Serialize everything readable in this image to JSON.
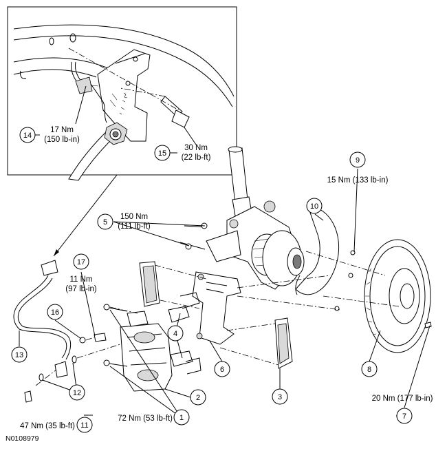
{
  "figure_id": "N0108979",
  "callouts": [
    {
      "num": "1",
      "lines": [
        "72 Nm (53 lb-ft)"
      ]
    },
    {
      "num": "2",
      "lines": []
    },
    {
      "num": "3",
      "lines": []
    },
    {
      "num": "4",
      "lines": []
    },
    {
      "num": "5",
      "lines": [
        "150 Nm",
        "(111 lb-ft)"
      ]
    },
    {
      "num": "6",
      "lines": []
    },
    {
      "num": "7",
      "lines": [
        "20 Nm (177 lb-in)"
      ]
    },
    {
      "num": "8",
      "lines": []
    },
    {
      "num": "9",
      "lines": [
        "15 Nm (133 lb-in)"
      ]
    },
    {
      "num": "10",
      "lines": []
    },
    {
      "num": "11",
      "lines": [
        "47 Nm (35 lb-ft)"
      ]
    },
    {
      "num": "12",
      "lines": []
    },
    {
      "num": "13",
      "lines": []
    },
    {
      "num": "14",
      "lines": [
        "17 Nm",
        "(150 lb-in)"
      ]
    },
    {
      "num": "15",
      "lines": [
        "30 Nm",
        "(22 lb-ft)"
      ]
    },
    {
      "num": "16",
      "lines": []
    },
    {
      "num": "17",
      "lines": [
        "11 Nm",
        "(97 lb-in)"
      ]
    }
  ]
}
